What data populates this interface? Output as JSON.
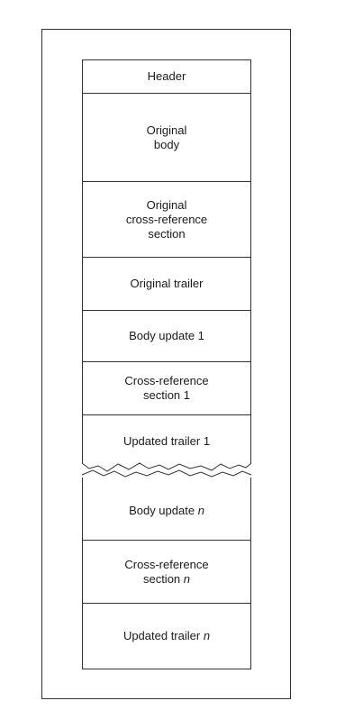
{
  "diagram": {
    "blocks": [
      {
        "id": "header",
        "text": "Header",
        "var": ""
      },
      {
        "id": "original-body",
        "text": "Original\nbody",
        "var": ""
      },
      {
        "id": "original-xref",
        "text": "Original\ncross-reference\nsection",
        "var": ""
      },
      {
        "id": "original-trailer",
        "text": "Original trailer",
        "var": ""
      },
      {
        "id": "body-update-1",
        "text": "Body update 1",
        "var": ""
      },
      {
        "id": "xref-1",
        "text": "Cross-reference\nsection 1",
        "var": ""
      },
      {
        "id": "updated-trailer-1",
        "text": "Updated trailer 1",
        "var": ""
      },
      {
        "id": "body-update-n",
        "text": "Body update ",
        "var": "n"
      },
      {
        "id": "xref-n",
        "text": "Cross-reference\nsection ",
        "var": "n"
      },
      {
        "id": "updated-trailer-n",
        "text": "Updated trailer ",
        "var": "n"
      }
    ]
  }
}
